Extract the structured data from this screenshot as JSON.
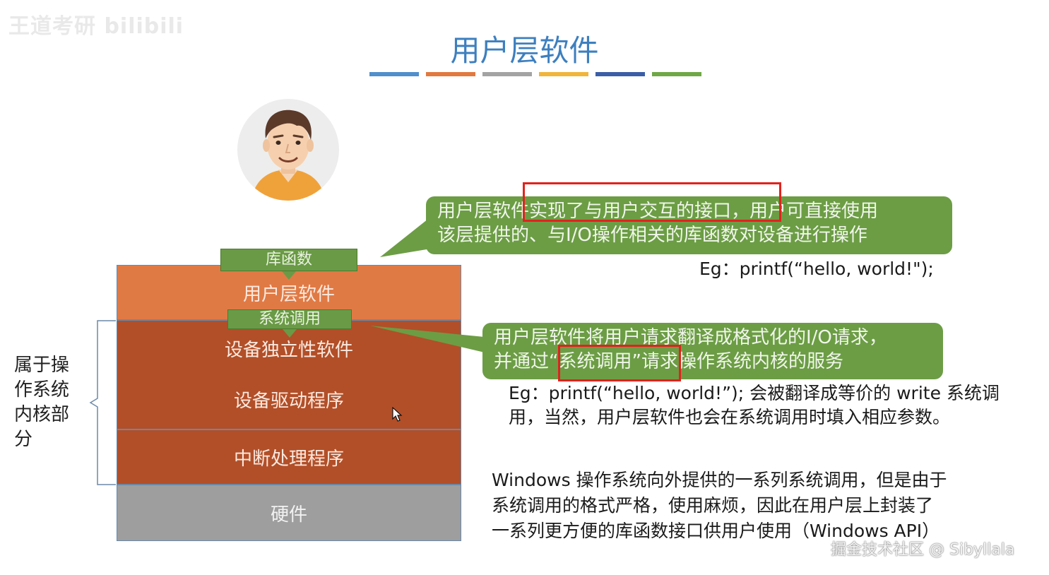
{
  "watermark": "王道考研 bilibili",
  "title": "用户层软件",
  "color_bars": [
    "#4f8fcc",
    "#e2793f",
    "#a3a3a3",
    "#f1b53a",
    "#3a5fa8",
    "#6fa845"
  ],
  "layers": {
    "user": "用户层软件",
    "device_independent": "设备独立性软件",
    "driver": "设备驱动程序",
    "interrupt": "中断处理程序",
    "hardware": "硬件"
  },
  "tags": {
    "library": "库函数",
    "syscall": "系统调用"
  },
  "kernel_bracket_label": "属于操作系统内核部分",
  "bubble1": {
    "line1": "用户层软件实现了与用户交互的接口，用户可直接使用",
    "line2": "该层提供的、与I/O操作相关的库函数对设备进行操作"
  },
  "eg1": "Eg：printf(“hello, world!\");",
  "bubble2": {
    "line1": "用户层软件将用户请求翻译成格式化的I/O请求，",
    "line2": "并通过“系统调用”请求操作系统内核的服务"
  },
  "eg2": {
    "line1": "Eg：printf(“hello, world!”); 会被翻译成等价的 write 系统调",
    "line2": "用，当然，用户层软件也会在系统调用时填入相应参数。"
  },
  "windows_note": {
    "line1": "Windows 操作系统向外提供的一系列系统调用，但是由于",
    "line2": "系统调用的格式严格，使用麻烦，因此在用户层上封装了",
    "line3": "一系列更方便的库函数接口供用户使用（Windows API）"
  },
  "credit": "掘金技术社区 @ Sibyllala"
}
